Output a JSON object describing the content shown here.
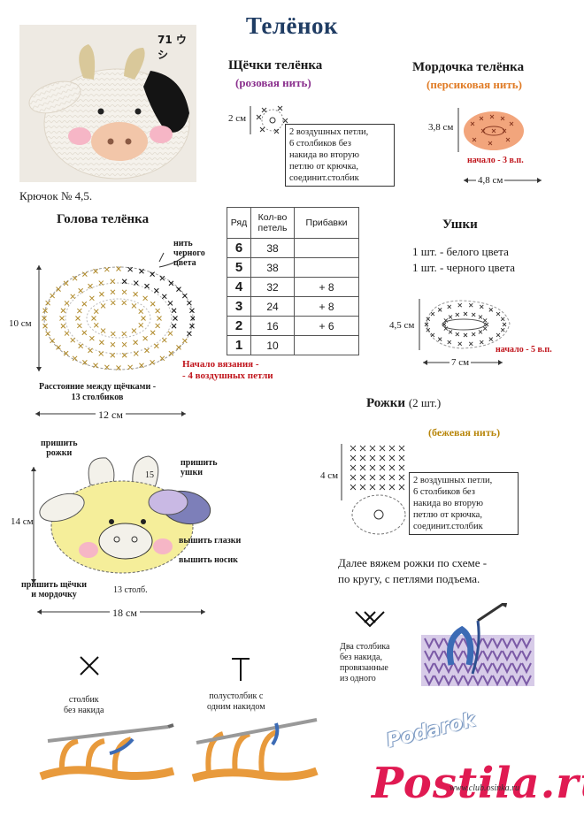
{
  "title": "Телёнок",
  "photo": {
    "caption": "71 ウシ"
  },
  "hook": "Крючок № 4,5.",
  "cheeks": {
    "title": "Щёчки телёнка",
    "yarn": "(розовая нить)",
    "size": "2 см",
    "instructions": [
      "2 воздушных петли,",
      "6 столбиков без",
      "накида во вторую",
      "петлю от крючка,",
      "соединит.столбик"
    ],
    "yarn_color": "#8a2f8d"
  },
  "muzzle": {
    "title": "Мордочка телёнка",
    "yarn": "(персиковая нить)",
    "height": "3,8 см",
    "width": "4,8 см",
    "start": "начало - 3 в.п.",
    "yarn_color": "#e07b25",
    "fill_color": "#f2a57c"
  },
  "head": {
    "title": "Голова телёнка",
    "black_note": [
      "нить",
      "черного",
      "цвета"
    ],
    "height": "10 см",
    "width": "12 см",
    "start": [
      "Начало вязания -",
      "- 4 воздушных петли"
    ],
    "cheek_distance": [
      "Расстояние между щёчками -",
      "13 столбиков"
    ]
  },
  "table": {
    "headers": [
      "Ряд",
      "Кол-во петель",
      "Прибавки"
    ],
    "rows": [
      {
        "row": "6",
        "count": "38",
        "inc": ""
      },
      {
        "row": "5",
        "count": "38",
        "inc": ""
      },
      {
        "row": "4",
        "count": "32",
        "inc": "+ 8"
      },
      {
        "row": "3",
        "count": "24",
        "inc": "+ 8"
      },
      {
        "row": "2",
        "count": "16",
        "inc": "+ 6"
      },
      {
        "row": "1",
        "count": "10",
        "inc": ""
      }
    ]
  },
  "ears": {
    "title": "Ушки",
    "lines": [
      "1 шт. - белого цвета",
      "1 шт. - черного цвета"
    ],
    "height": "4,5 см",
    "width": "7 см",
    "start": "начало - 5 в.п."
  },
  "assembly": {
    "labels": {
      "horns": [
        "пришить",
        "рожки"
      ],
      "ears": [
        "пришить",
        "ушки"
      ],
      "eyes": "вышить глазки",
      "nose": "вышить носик",
      "cheeks": [
        "пришить щёчки",
        "и мордочку"
      ],
      "stitches": "13 столб.",
      "marker": "15"
    },
    "height": "14 см",
    "width": "18 см"
  },
  "horns": {
    "title": "Рожки",
    "qty": "(2 шт.)",
    "yarn": "(бежевая нить)",
    "height": "4 см",
    "instructions": [
      "2 воздушных петли,",
      "6 столбиков без",
      "накида во вторую",
      "петлю от крючка,",
      "соединит.столбик"
    ],
    "continue": [
      "Далее вяжем рожки по схеме -",
      "по кругу, с петлями подъема."
    ],
    "yarn_color": "#b8860b"
  },
  "legend": {
    "sc2tog": [
      "Два столбика",
      "без накида,",
      "провязанные",
      "из одного"
    ],
    "sc": [
      "столбик",
      "без накида"
    ],
    "hdc": [
      "полустолбик с",
      "одним накидом"
    ]
  },
  "watermarks": {
    "podarok": "Podarok",
    "postila": "Postila.ru",
    "site": "www.club.osinka.ru"
  },
  "colors": {
    "title": "#1f3c63",
    "red": "#c0141b",
    "pink": "#f6b6c6",
    "black": "#111111",
    "yellow": "#f5ee9a",
    "purple": "#7d7fb9",
    "lavender": "#c9b9e4"
  }
}
